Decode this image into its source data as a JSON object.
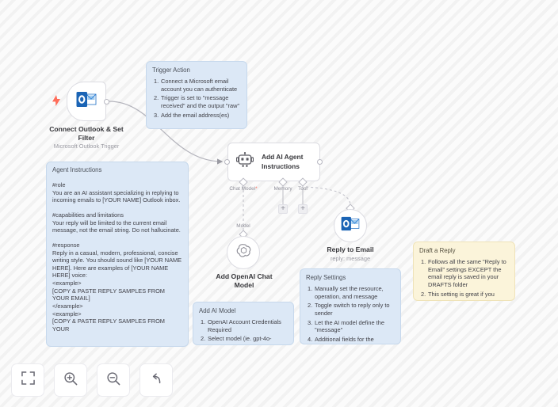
{
  "canvas": {
    "background": "#fafafa",
    "stripe_color": "#f2f2f2"
  },
  "nodes": [
    {
      "id": "outlook-trigger",
      "title": "Connect Outlook & Set Filter",
      "subtitle": "Microsoft Outlook Trigger",
      "icon": "microsoft-outlook-icon",
      "badge_icon": "lightning-bolt-icon",
      "badge_color": "#ff6d5a"
    },
    {
      "id": "ai-agent",
      "title": "Add AI Agent Instructions",
      "icon": "robot-icon",
      "ports": [
        {
          "label": "Chat Model",
          "required": true
        },
        {
          "label": "Memory",
          "required": false
        },
        {
          "label": "Tool",
          "required": false
        }
      ]
    },
    {
      "id": "openai-chat-model",
      "title": "Add OpenAI Chat Model",
      "port_label": "Model",
      "icon": "openai-icon"
    },
    {
      "id": "reply-to-email",
      "title": "Reply to Email",
      "subtitle": "reply: message",
      "icon": "microsoft-outlook-icon"
    }
  ],
  "notes": [
    {
      "id": "trigger-action-note",
      "color": "blue",
      "title": "Trigger Action",
      "items": [
        "Connect a Microsoft email account you can authenticate",
        "Trigger is set to \"message received\" and the output \"raw\"",
        "Add the email address(es)"
      ]
    },
    {
      "id": "agent-instructions-note",
      "color": "blue",
      "title": "Agent Instructions",
      "body": [
        "",
        "#role",
        "You are an AI assistant specializing in replying to incoming emails to [YOUR NAME] Outlook inbox.",
        "",
        "#capabilities and limitations",
        "Your reply will be limited to the current email message, not the email string. Do not hallucinate.",
        "",
        "#response",
        "Reply in a casual, modern, professional, concise writing style. You should sound like [YOUR NAME HERE]. Here are examples of [YOUR NAME HERE] voice:",
        "<example>",
        "[COPY & PASTE REPLY SAMPLES FROM YOUR EMAIL]",
        "</example>",
        "<example>",
        "[COPY & PASTE REPLY SAMPLES FROM YOUR"
      ]
    },
    {
      "id": "add-ai-model-note",
      "color": "blue",
      "title": "Add AI Model",
      "items": [
        "OpenAI Account Credentials Required",
        "Select model (ie. gpt-4o-"
      ]
    },
    {
      "id": "reply-settings-note",
      "color": "blue",
      "title": "Reply Settings",
      "items": [
        "Manually set the resource, operation, and message",
        "Toggle switch to reply only to sender",
        "Let the AI model define the \"message\"",
        "Additional fields for the"
      ]
    },
    {
      "id": "draft-a-reply-note",
      "color": "yellow",
      "title": "Draft a Reply",
      "items": [
        "Follows all the same \"Reply to Email\" settings EXCEPT the email reply is saved in your DRAFTS folder",
        "This setting is great if you"
      ]
    }
  ],
  "toolbar": {
    "buttons": [
      {
        "name": "fit-view-button",
        "icon": "fit-view-icon"
      },
      {
        "name": "zoom-in-button",
        "icon": "zoom-in-icon"
      },
      {
        "name": "zoom-out-button",
        "icon": "zoom-out-icon"
      },
      {
        "name": "reset-button",
        "icon": "undo-arrow-icon"
      }
    ]
  }
}
